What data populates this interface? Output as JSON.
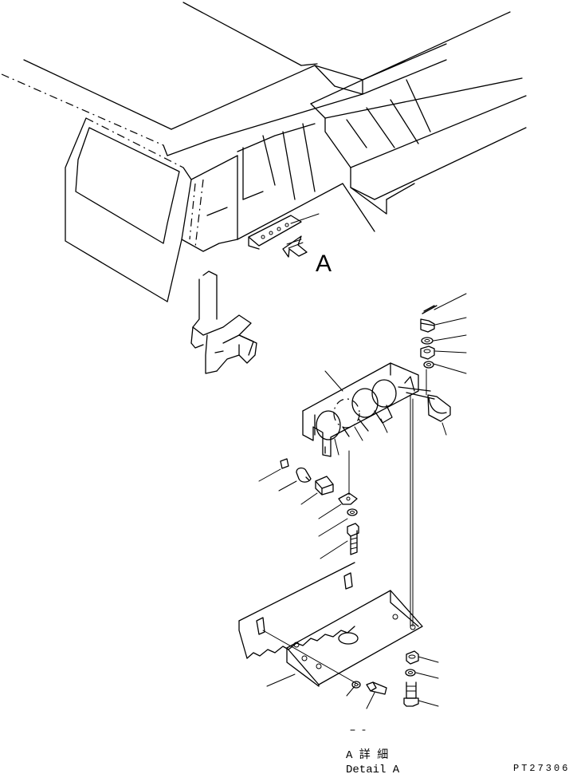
{
  "view_label": "A",
  "caption": {
    "jp": "A 詳 細",
    "en": "Detail A"
  },
  "drawing_code": "PT27306",
  "colors": {
    "line": "#000000",
    "background": "#ffffff"
  }
}
